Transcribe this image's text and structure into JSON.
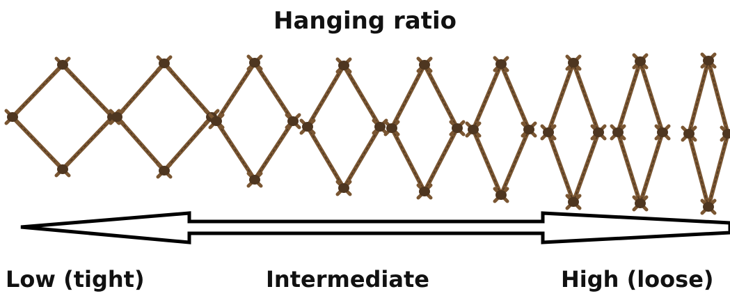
{
  "title": "Hanging ratio",
  "labels": {
    "low": "Low (tight)",
    "intermediate": "Intermediate",
    "high": "High (loose)"
  },
  "colors": {
    "twine": "#7a5632",
    "twine_dark": "#4e3620",
    "arrow": "#000000"
  },
  "meshes": [
    {
      "name": "mesh-1"
    },
    {
      "name": "mesh-2"
    },
    {
      "name": "mesh-3"
    },
    {
      "name": "mesh-4"
    },
    {
      "name": "mesh-5"
    },
    {
      "name": "mesh-6"
    },
    {
      "name": "mesh-7"
    },
    {
      "name": "mesh-8"
    },
    {
      "name": "mesh-9"
    }
  ]
}
